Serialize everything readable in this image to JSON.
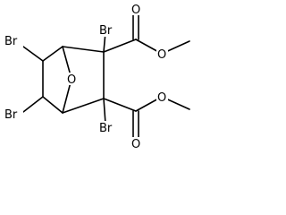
{
  "molecule": {
    "atoms": {
      "br_top_right": "Br",
      "br_bottom_right": "Br",
      "br_left_top": "Br",
      "br_left_bottom": "Br",
      "oxygen_bridge": "O",
      "carbonyl_o_top": "O",
      "ester_o_top": "O",
      "carbonyl_o_bottom": "O",
      "ester_o_bottom": "O"
    }
  }
}
